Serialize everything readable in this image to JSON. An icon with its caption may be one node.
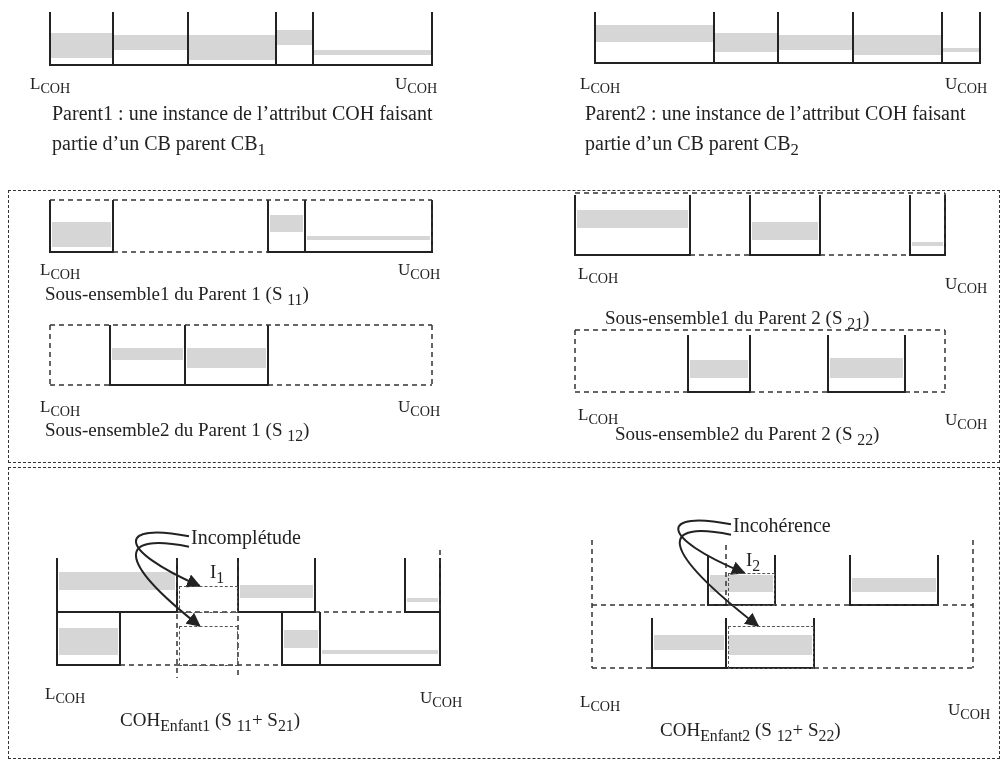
{
  "diagram": {
    "nodes": [
      {
        "text": [],
        "shape": "box"
      },
      {
        "text": [],
        "shape": "box"
      },
      {
        "text": [
          "Incomplétude"
        ],
        "in": 1
      },
      {
        "text": [
          "Incohérence"
        ],
        "in": 1
      },
      {
        "text": [],
        "shape": "box",
        "in": 1
      },
      {
        "text": [],
        "shape": "box",
        "in": 1
      },
      {
        "text": [],
        "shape": "box",
        "in": 1
      },
      {
        "text": [],
        "shape": "box",
        "in": 1
      }
    ],
    "edges": [
      {
        "from": 2,
        "to": 4,
        "arrow": "to"
      },
      {
        "from": 2,
        "to": 5,
        "arrow": "to"
      },
      {
        "from": 3,
        "to": 6,
        "arrow": "to"
      },
      {
        "from": 3,
        "to": 7,
        "arrow": "to"
      }
    ],
    "labels": [
      "L$_{COH}$",
      "U$_{COH}$",
      "L$_{COH}$",
      "U$_{COH}$",
      "Parent1 : une instance de l’attribut COH faisant partie d’un CB parent CB$_{1}$",
      "Parent2 : une instance de l’attribut COH faisant partie d’un CB parent CB$_{2}$",
      "L$_{COH}$",
      "U$_{COH}$",
      "L$_{COH}$",
      "U$_{COH}$",
      "Sous-ensemble1 du Parent 1 (S $_{11}$)",
      "Sous-ensemble1 du Parent 2 (S $_{21}$)",
      "L$_{COH}$",
      "U$_{COH}$",
      "L$_{COH}$",
      "U$_{COH}$",
      "Sous-ensemble2 du Parent 1 (S $_{12}$)",
      "Sous-ensemble2 du Parent 2 (S $_{22}$)",
      "I$_{1}$",
      "I$_{2}$",
      "L$_{COH}$",
      "U$_{COH}$",
      "L$_{COH}$",
      "U$_{COH}$",
      "COH$_{Enfant1}$ (S $_{11}$+ S$_{21}$)",
      "COH$_{Enfant2}$ (S $_{12}$+ S$_{22}$)"
    ]
  }
}
